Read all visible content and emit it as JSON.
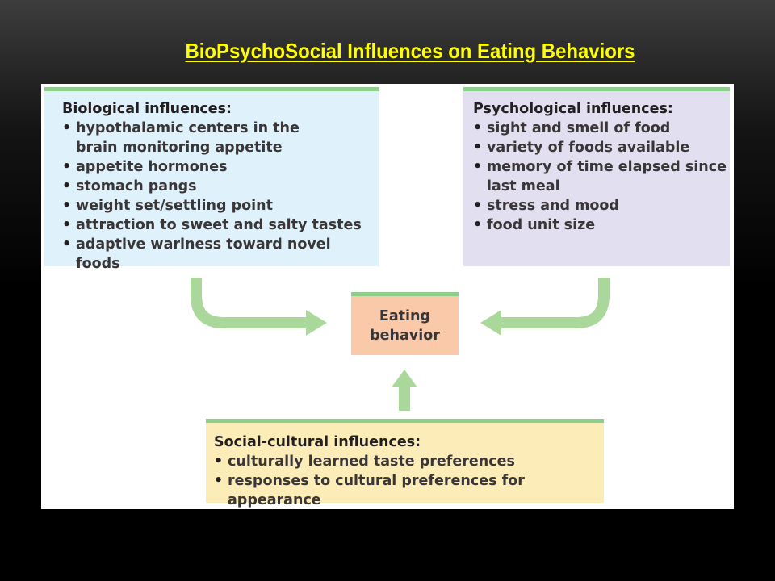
{
  "slide": {
    "title": "BioPsychoSocial Influences on Eating Behaviors"
  },
  "diagram": {
    "biological": {
      "heading": "Biological influences:",
      "items": [
        "hypothalamic centers in the\nbrain monitoring appetite",
        "appetite hormones",
        "stomach pangs",
        "weight set/settling point",
        "attraction to sweet and salty tastes",
        "adaptive wariness toward novel foods"
      ]
    },
    "psychological": {
      "heading": "Psychological influences:",
      "items": [
        "sight and smell of food",
        "variety of foods available",
        "memory of time elapsed since\nlast meal",
        "stress and mood",
        "food unit size"
      ]
    },
    "center": {
      "label": "Eating\nbehavior"
    },
    "social": {
      "heading": "Social-cultural influences:",
      "items": [
        "culturally learned taste preferences",
        "responses to cultural preferences for appearance"
      ]
    }
  },
  "colors": {
    "title": "#ffff00",
    "biological_fill": "#dff1fb",
    "psychological_fill": "#e2dff0",
    "social_fill": "#fcedb8",
    "center_fill": "#f9c9a9",
    "accent_green": "#8fcf8c",
    "arrow_green": "#a9d89a"
  }
}
